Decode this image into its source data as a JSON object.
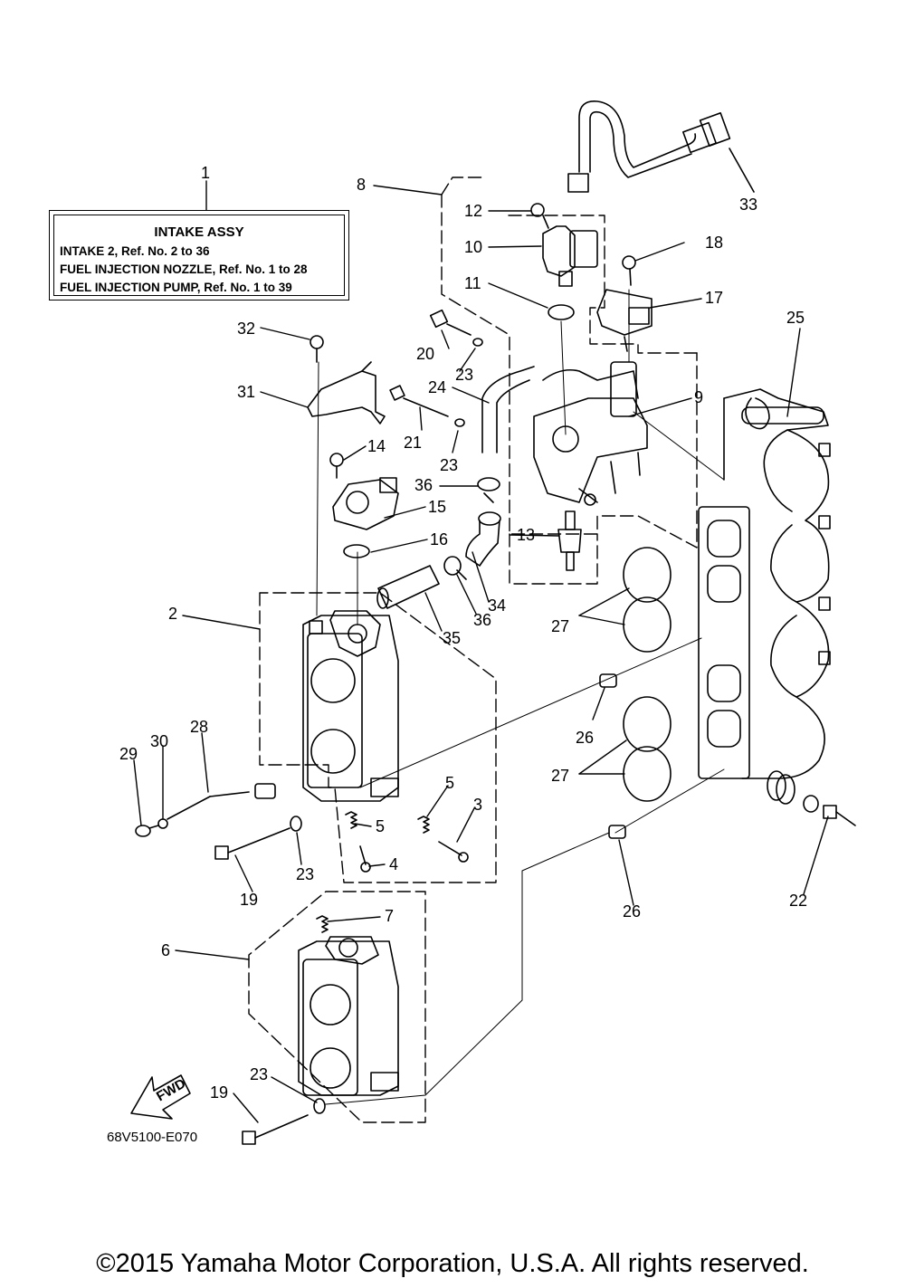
{
  "legend": {
    "title": "INTAKE ASSY",
    "lines": [
      "INTAKE 2,  Ref. No. 2 to 36",
      "FUEL INJECTION NOZZLE,  Ref. No. 1 to 28",
      "FUEL INJECTION PUMP,  Ref. No. 1 to 39"
    ]
  },
  "callouts": {
    "c1": "1",
    "c2": "2",
    "c3": "3",
    "c4": "4",
    "c5a": "5",
    "c5b": "5",
    "c6": "6",
    "c7": "7",
    "c8": "8",
    "c9": "9",
    "c10": "10",
    "c11": "11",
    "c12": "12",
    "c13": "13",
    "c14": "14",
    "c15": "15",
    "c16": "16",
    "c17": "17",
    "c18": "18",
    "c19a": "19",
    "c19b": "19",
    "c20": "20",
    "c21": "21",
    "c22": "22",
    "c23a": "23",
    "c23b": "23",
    "c23c": "23",
    "c23d": "23",
    "c24": "24",
    "c25": "25",
    "c26a": "26",
    "c26b": "26",
    "c27a": "27",
    "c27b": "27",
    "c28": "28",
    "c29": "29",
    "c30": "30",
    "c31": "31",
    "c32": "32",
    "c33": "33",
    "c34": "34",
    "c35": "35",
    "c36a": "36",
    "c36b": "36"
  },
  "fwd_label": "FWD",
  "diagram_code": "68V5100-E070",
  "copyright": "©2015 Yamaha Motor Corporation, U.S.A. All rights reserved."
}
